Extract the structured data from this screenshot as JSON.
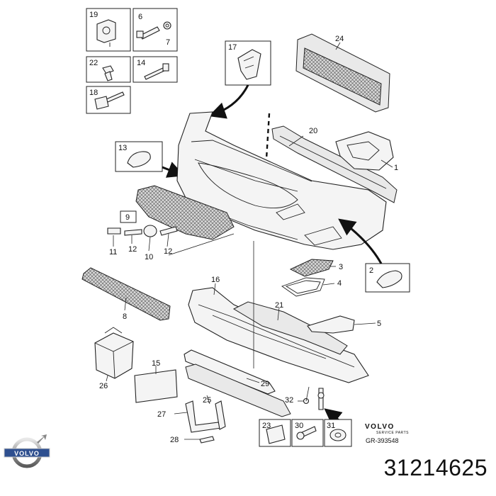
{
  "diagram": {
    "labels": {
      "l1": "1",
      "l2": "2",
      "l3": "3",
      "l4": "4",
      "l5": "5",
      "l6": "6",
      "l7": "7",
      "l8": "8",
      "l9": "9",
      "l10": "10",
      "l11": "11",
      "l12a": "12",
      "l12b": "12",
      "l13": "13",
      "l14": "14",
      "l15": "15",
      "l16": "16",
      "l17": "17",
      "l18": "18",
      "l19": "19",
      "l20": "20",
      "l21": "21",
      "l22": "22",
      "l23": "23",
      "l24": "24",
      "l25": "25",
      "l26": "26",
      "l27": "27",
      "l28": "28",
      "l29": "29",
      "l30": "30",
      "l31": "31",
      "l32": "32"
    },
    "brand": "VOLVO",
    "brand_sub": "SERVICE PARTS",
    "drawing_ref": "GR-393548"
  },
  "footer": {
    "emblem_text": "VOLVO",
    "part_number": "31214625"
  }
}
